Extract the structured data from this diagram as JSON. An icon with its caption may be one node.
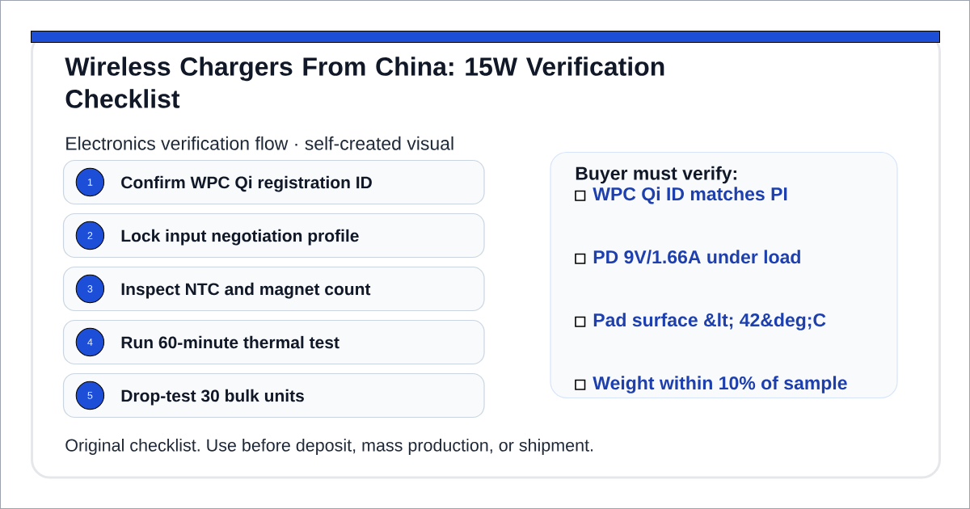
{
  "diagram": {
    "title": "Wireless Chargers From China: 15W Verification Checklist",
    "caption": "Original checklist. Use before deposit, mass production, or shipment.",
    "nodes": [
      {
        "text": [
          "Confirm WPC Qi registration ID"
        ]
      },
      {
        "text": [
          "1"
        ],
        "in": 0
      },
      {
        "text": [
          "Lock input negotiation profile"
        ]
      },
      {
        "text": [
          "2"
        ],
        "in": 2
      },
      {
        "text": [
          "Inspect NTC and magnet count"
        ]
      },
      {
        "text": [
          "3"
        ],
        "in": 4
      },
      {
        "text": [
          "Run 60-minute thermal test"
        ]
      },
      {
        "text": [
          "4"
        ],
        "in": 6
      },
      {
        "text": [
          "Drop-test 30 bulk units"
        ]
      },
      {
        "text": [
          "5"
        ],
        "in": 8
      },
      {
        "text": [
          "Buyer must verify:",
          "WPC Qi ID matches PI",
          "PD 9V/1.66A under load",
          "Pad surface &lt; 42&deg;C",
          "Weight within 10% of sample"
        ]
      }
    ],
    "labels": [
      "Electronics verification flow · self-created visual"
    ]
  }
}
